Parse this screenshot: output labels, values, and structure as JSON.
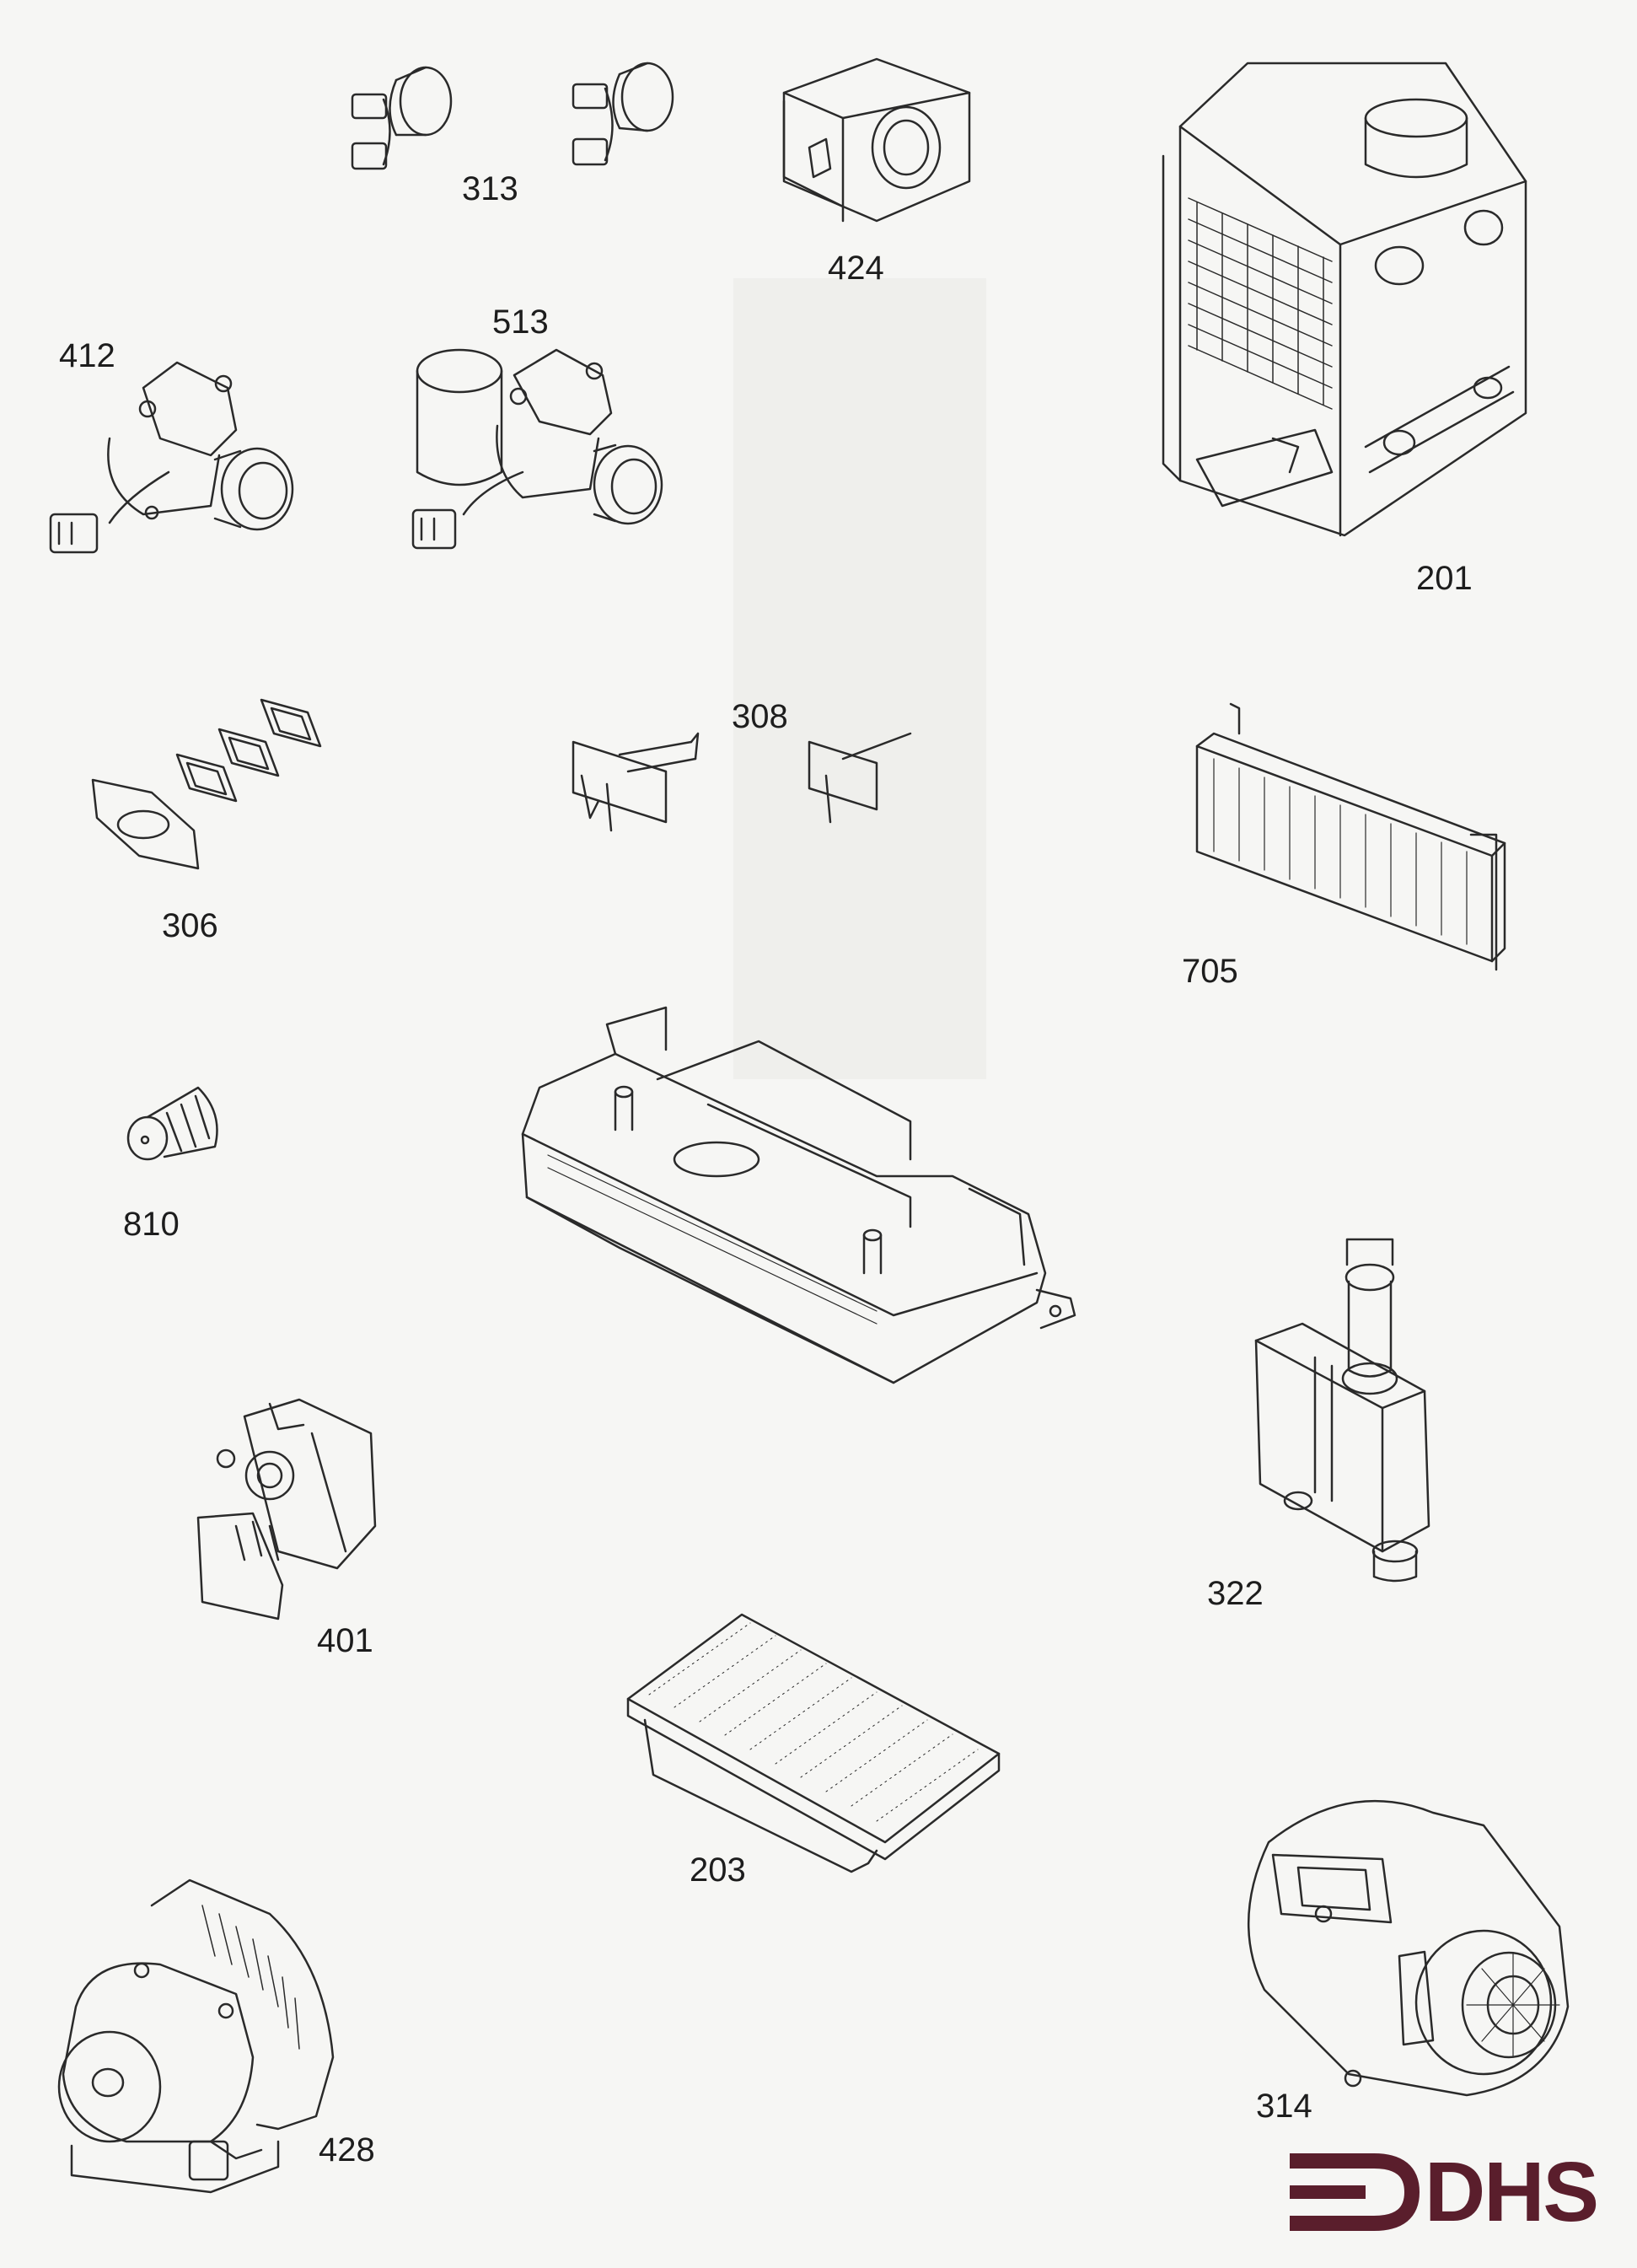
{
  "parts": [
    {
      "id": "313",
      "label": "313"
    },
    {
      "id": "424",
      "label": "424"
    },
    {
      "id": "201",
      "label": "201"
    },
    {
      "id": "412",
      "label": "412"
    },
    {
      "id": "513",
      "label": "513"
    },
    {
      "id": "306",
      "label": "306"
    },
    {
      "id": "308",
      "label": "308"
    },
    {
      "id": "705",
      "label": "705"
    },
    {
      "id": "810",
      "label": "810"
    },
    {
      "id": "401",
      "label": "401"
    },
    {
      "id": "322",
      "label": "322"
    },
    {
      "id": "203",
      "label": "203"
    },
    {
      "id": "314",
      "label": "314"
    },
    {
      "id": "428",
      "label": "428"
    }
  ],
  "logo": {
    "text": "DHS",
    "color": "#5a1e2c"
  },
  "ink_color": "#2a2a2a"
}
